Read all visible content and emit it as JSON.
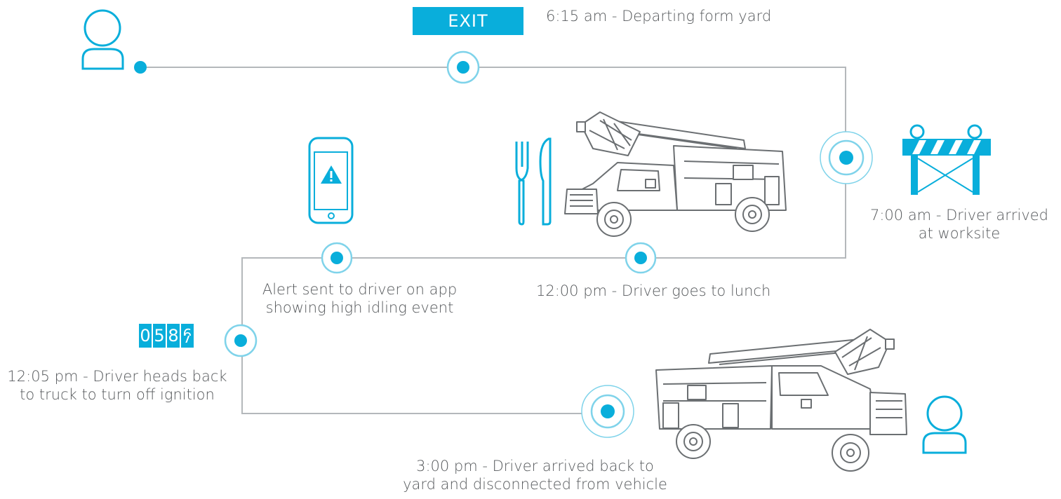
{
  "exit_sign": "EXIT",
  "odometer": {
    "digits": [
      "0",
      "5",
      "8"
    ],
    "rolling": [
      "6",
      "7"
    ]
  },
  "steps": {
    "departing": "6:15 am - Departing form yard",
    "arrived_worksite": [
      "7:00 am - Driver arrived",
      "at worksite"
    ],
    "lunch": "12:00 pm - Driver goes to lunch",
    "alert": [
      "Alert sent to driver on app",
      "showing high idling event"
    ],
    "heads_back": [
      "12:05 pm - Driver heads back",
      "to truck to turn off ignition"
    ],
    "arrived_yard": [
      "3:00 pm - Driver arrived back to",
      "yard and disconnected from vehicle"
    ]
  },
  "colors": {
    "accent": "#09aedb",
    "ring": "#7fd3ea",
    "path": "#b4b8bb",
    "truck": "#6b6f72"
  },
  "icons": [
    "person-icon",
    "exit-sign-icon",
    "phone-alert-icon",
    "fork-knife-icon",
    "truck-icon",
    "barrier-icon",
    "odometer-icon"
  ]
}
